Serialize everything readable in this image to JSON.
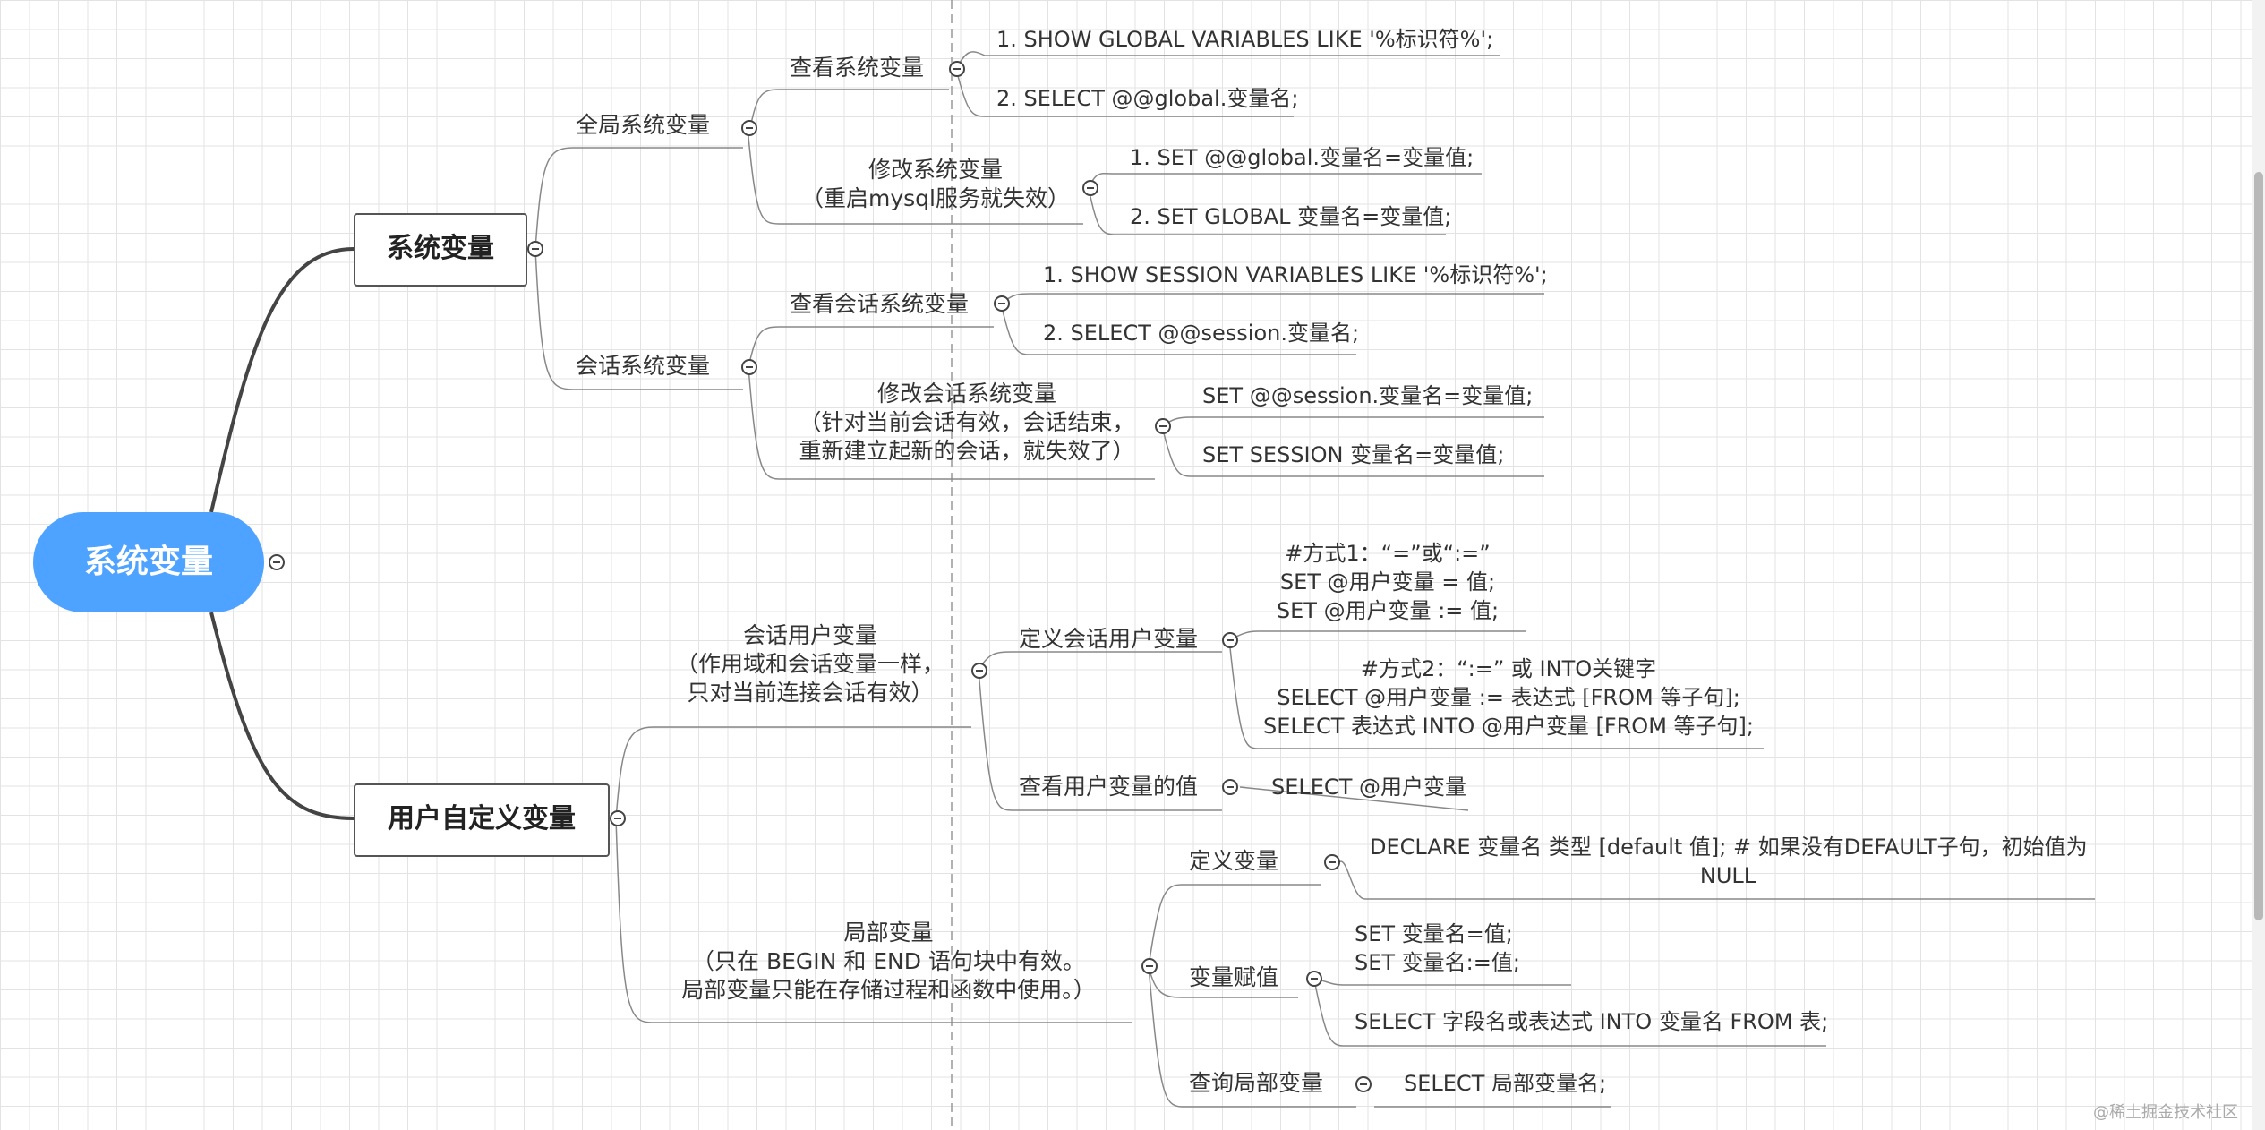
{
  "root": {
    "label": "系统变量"
  },
  "sys": {
    "label": "系统变量",
    "global": {
      "label": "全局系统变量",
      "view": {
        "label": "查看系统变量",
        "c1": "1. SHOW GLOBAL VARIABLES LIKE '%标识符%';",
        "c2": "2. SELECT @@global.变量名;"
      },
      "modify": {
        "label": "修改系统变量\n（重启mysql服务就失效）",
        "c1": "1. SET @@global.变量名=变量值;",
        "c2": "2. SET GLOBAL 变量名=变量值;"
      }
    },
    "session": {
      "label": "会话系统变量",
      "view": {
        "label": "查看会话系统变量",
        "c1": "1. SHOW SESSION VARIABLES LIKE '%标识符%';",
        "c2": "2. SELECT @@session.变量名;"
      },
      "modify": {
        "label": "修改会话系统变量\n（针对当前会话有效，会话结束，\n重新建立起新的会话，就失效了）",
        "c1": "SET @@session.变量名=变量值;",
        "c2": "SET SESSION 变量名=变量值;"
      }
    }
  },
  "user": {
    "label": "用户自定义变量",
    "session_var": {
      "label": "会话用户变量\n（作用域和会话变量一样，\n只对当前连接会话有效）",
      "define": {
        "label": "定义会话用户变量",
        "m1": "#方式1：“=”或“:=”\nSET @用户变量 = 值;\nSET @用户变量 := 值;",
        "m2": "#方式2：“:=” 或 INTO关键字\nSELECT @用户变量 := 表达式 [FROM 等子句];\nSELECT 表达式 INTO @用户变量 [FROM 等子句];"
      },
      "view": {
        "label": "查看用户变量的值",
        "c1": "SELECT @用户变量"
      }
    },
    "local": {
      "label": "局部变量\n（只在 BEGIN 和 END 语句块中有效。\n局部变量只能在存储过程和函数中使用。）",
      "define": {
        "label": "定义变量",
        "c1": "DECLARE 变量名 类型 [default 值]; # 如果没有DEFAULT子句，初始值为\nNULL"
      },
      "assign": {
        "label": "变量赋值",
        "c1": "SET 变量名=值;\nSET 变量名:=值;",
        "c2": "SELECT 字段名或表达式 INTO 变量名 FROM 表;"
      },
      "query": {
        "label": "查询局部变量",
        "c1": "SELECT 局部变量名;"
      }
    }
  },
  "watermark": "@稀土掘金技术社区",
  "colors": {
    "root_fill": "#4da3ff",
    "line": "#555555",
    "grid": "#e3e3e3"
  }
}
